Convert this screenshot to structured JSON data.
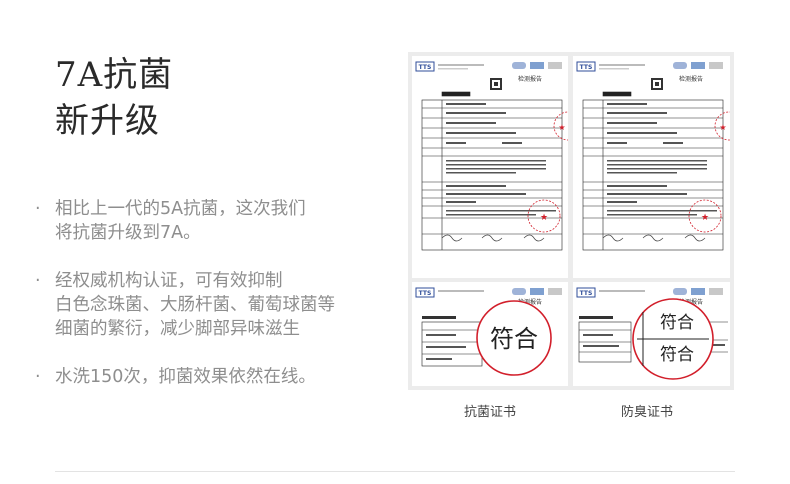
{
  "title": {
    "line1": "7A抗菌",
    "line2": "新升级"
  },
  "bullets": [
    {
      "marker": "·",
      "lines": [
        "相比上一代的5A抗菌，这次我们",
        "将抗菌升级到7A。"
      ]
    },
    {
      "marker": "·",
      "lines": [
        "经权威机构认证，可有效抑制",
        "白色念珠菌、大肠杆菌、葡萄球菌等",
        "细菌的繁衍，减少脚部异味滋生"
      ]
    },
    {
      "marker": "·",
      "lines": [
        "水洗150次，抑菌效果依然在线。"
      ]
    }
  ],
  "certificates": {
    "logo_text": "TTS",
    "report_title": "检测报告",
    "stamp_text": "符合",
    "captions": [
      "抗菌证书",
      "防臭证书"
    ]
  },
  "colors": {
    "stamp_red": "#d21f2b",
    "text_gray": "#8e8e8e",
    "panel_bg": "#ececec"
  }
}
